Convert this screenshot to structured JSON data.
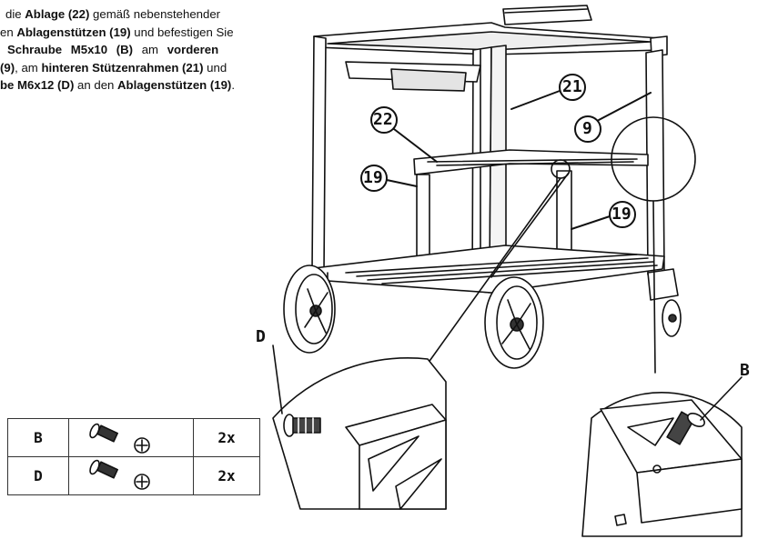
{
  "instructions": {
    "line1": [
      "die ",
      "Ablage (22)",
      " gemäß nebenstehender"
    ],
    "line2": [
      "en ",
      "Ablagenstützen (19)",
      " und befestigen Sie"
    ],
    "line3": [
      "Schraube M5x10 (B)",
      " am ",
      "vorderen"
    ],
    "line4": [
      "(9)",
      ", am ",
      "hinteren Stützenrahmen (21)",
      " und"
    ],
    "line5": [
      "be M6x12 (D)",
      " an den ",
      "Ablagenstützen (19)",
      "."
    ]
  },
  "callouts": {
    "c21": "21",
    "c22": "22",
    "c9": "9",
    "c19a": "19",
    "c19b": "19",
    "detail_d": "D",
    "detail_b": "B"
  },
  "parts_table": [
    {
      "code": "B",
      "qty": "2x",
      "icon": "screw-icon"
    },
    {
      "code": "D",
      "qty": "2x",
      "icon": "screw-icon"
    }
  ]
}
